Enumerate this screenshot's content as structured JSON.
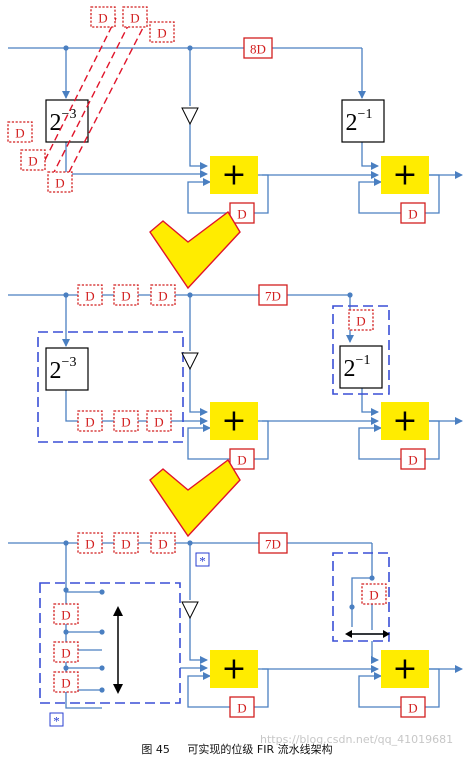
{
  "labels": {
    "delay": "D",
    "delay8": "8D",
    "delay7": "7D",
    "adder": "+",
    "shift_base": "2",
    "shift_exp3": "−3",
    "shift_exp1": "−1",
    "star": "*"
  },
  "caption": {
    "figure": "图 45",
    "text": "可实现的位级 FIR 流水线架构"
  },
  "watermark": "https://blog.csdn.net/qq_41019681",
  "colors": {
    "wire": "#4a7fc1",
    "register_border": "#d21f1f",
    "adder_fill": "#ffec00",
    "arrow_fill": "#ffec00",
    "arrow_stroke": "#e0142a",
    "dashed_group": "#3a4fd6",
    "cut_line": "#e0142a"
  }
}
